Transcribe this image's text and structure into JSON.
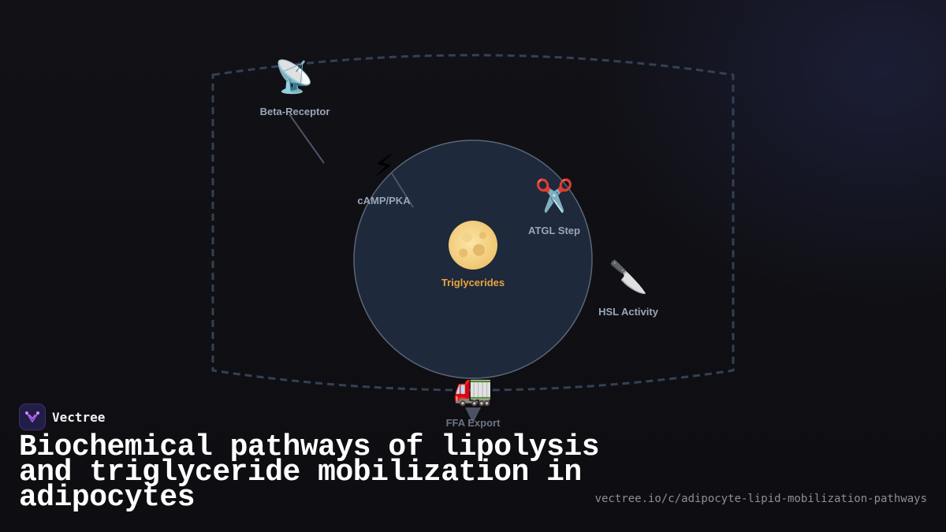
{
  "diagram": {
    "nodes": [
      {
        "id": "beta",
        "icon": "satellite-dish-icon",
        "glyph": "📡",
        "label": "Beta-Receptor"
      },
      {
        "id": "camp",
        "icon": "lightning-icon",
        "glyph": "⚡",
        "label": "cAMP/PKA"
      },
      {
        "id": "atgl",
        "icon": "scissors-icon",
        "glyph": "✂️",
        "label": "ATGL Step"
      },
      {
        "id": "hsl",
        "icon": "knife-icon",
        "glyph": "🔪",
        "label": "HSL Activity"
      },
      {
        "id": "ffa",
        "icon": "truck-icon",
        "glyph": "🚛",
        "label": "FFA Export"
      }
    ],
    "center": {
      "icon": "lipid-droplet-icon",
      "label": "Triglycerides"
    },
    "colors": {
      "center_label": "#e8a43a",
      "node_label": "#9aa6b8",
      "cell_fill": "#1e293b",
      "cell_stroke": "#475569",
      "boundary": "#334155"
    }
  },
  "brand": {
    "name": "Vectree",
    "logo_icon": "vectree-logo-icon"
  },
  "footer": {
    "title": "Biochemical pathways of lipolysis and triglyceride mobilization in adipocytes",
    "url": "vectree.io/c/adipocyte-lipid-mobilization-pathways"
  }
}
